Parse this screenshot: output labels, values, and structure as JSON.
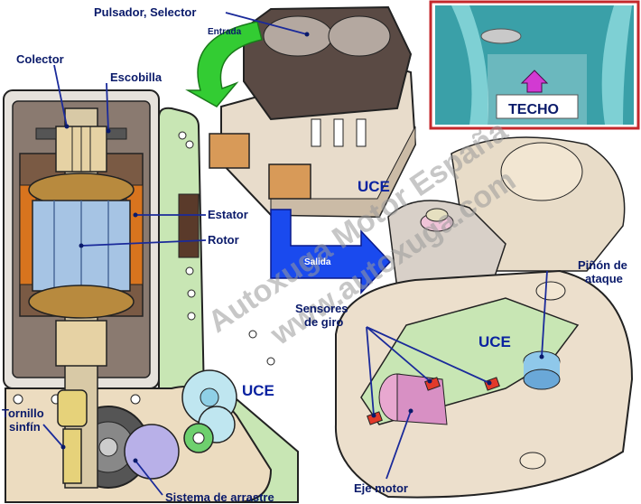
{
  "labels": {
    "pulsador": "Pulsador, Selector",
    "entrada": "Entrada",
    "colector": "Colector",
    "escobilla": "Escobilla",
    "estator": "Estator",
    "rotor": "Rotor",
    "salida": "Salida",
    "uce_top": "UCE",
    "uce_left": "UCE",
    "uce_right": "UCE",
    "techo": "TECHO",
    "pinon": "Piñón de",
    "ataque": "ataque",
    "sensores": "Sensores",
    "de_giro": "de giro",
    "tornillo": "Tornillo",
    "sinfin": "sinfín",
    "sistema": "Sistema de arrastre",
    "eje_motor": "Eje motor"
  },
  "watermark": {
    "line1": "Autoxuga Motor España",
    "line2": "www.autoxuga.com"
  },
  "colors": {
    "label_text": "#0a1a6a",
    "leader_line": "#1a2a9a",
    "arrow_green": "#33cc33",
    "arrow_blue": "#1a4aee",
    "techo_red": "#e00000",
    "pcb_green": "#c8e6b4"
  }
}
